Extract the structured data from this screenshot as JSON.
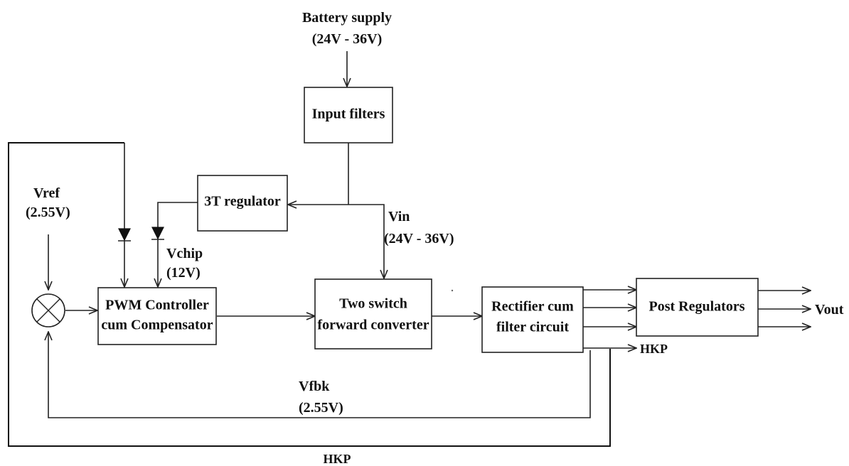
{
  "blocks": {
    "input_filters": "Input filters",
    "regulator_3t": "3T regulator",
    "pwm_line1": "PWM Controller",
    "pwm_line2": "cum Compensator",
    "converter_line1": "Two switch",
    "converter_line2": "forward converter",
    "rectifier_line1": "Rectifier cum",
    "rectifier_line2": "filter circuit",
    "post_regulators": "Post Regulators"
  },
  "labels": {
    "battery_line1": "Battery supply",
    "battery_line2": "(24V - 36V)",
    "vin_line1": "Vin",
    "vin_line2": "(24V - 36V)",
    "vref_line1": "Vref",
    "vref_line2": "(2.55V)",
    "vchip_line1": "Vchip",
    "vchip_line2": "(12V)",
    "vfbk_line1": "Vfbk",
    "vfbk_line2": "(2.55V)",
    "hkp_right": "HKP",
    "hkp_bottom": "HKP",
    "vout": "Vout"
  }
}
